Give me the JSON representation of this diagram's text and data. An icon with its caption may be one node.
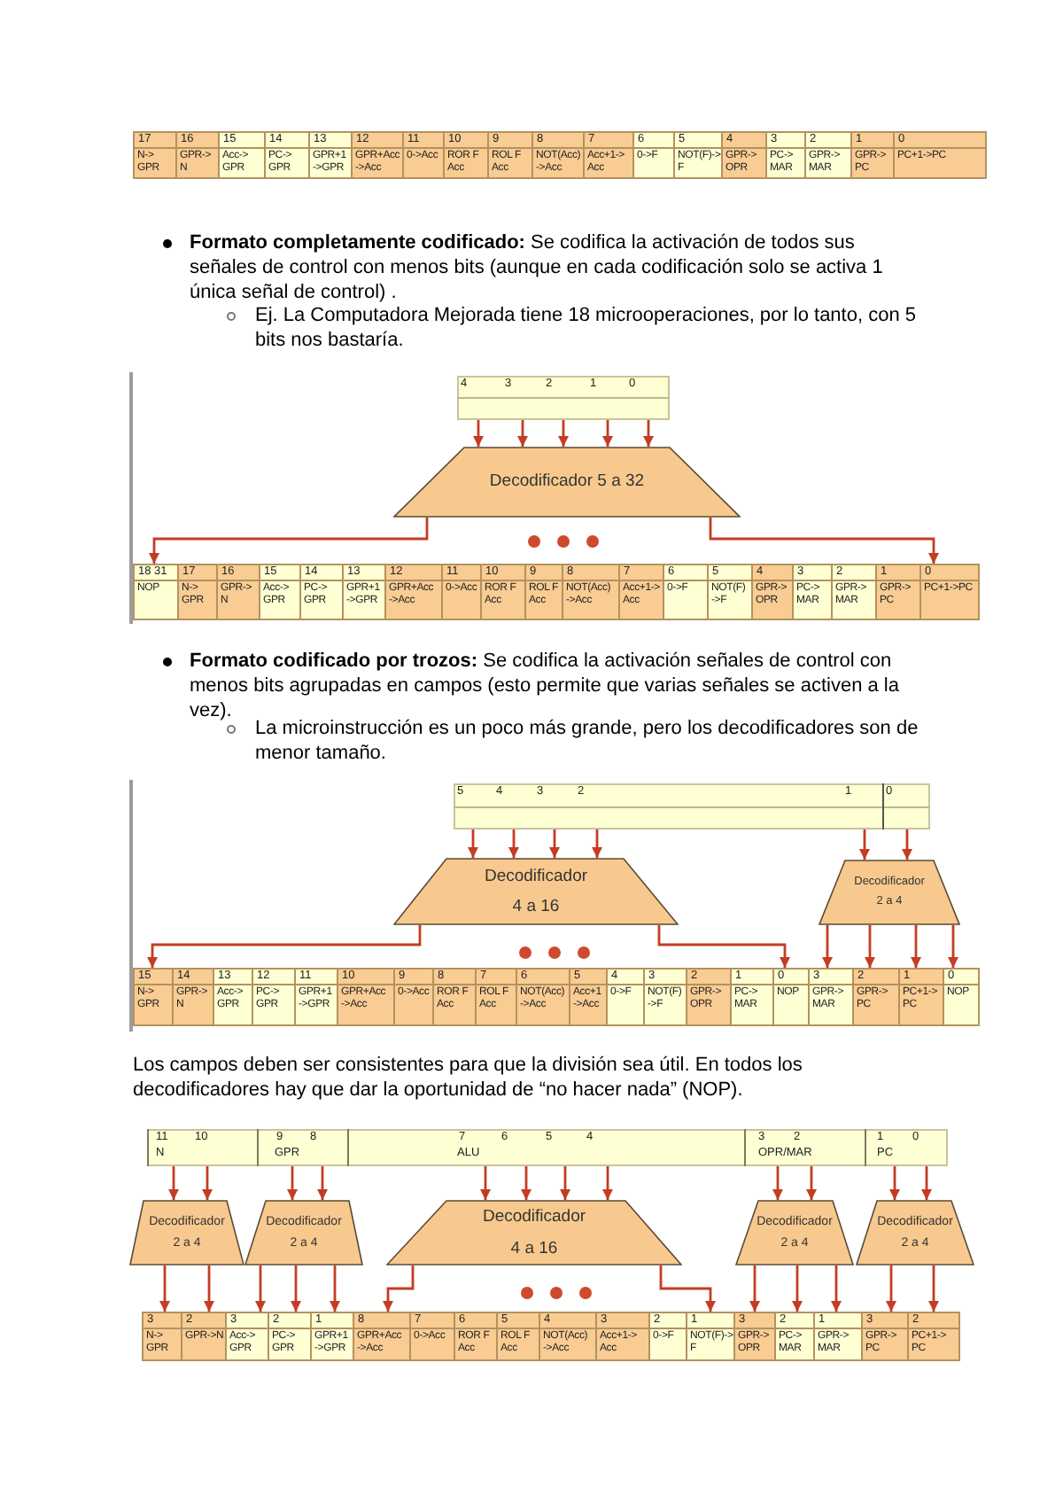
{
  "diagram": {
    "nodes": [
      {
        "text": [
          "17",
          "N->GPR"
        ]
      },
      {
        "text": [
          "16",
          "GPR->N"
        ]
      },
      {
        "text": [
          "15",
          "Acc->GPR"
        ]
      },
      {
        "text": [
          "14",
          "PC->GPR"
        ]
      },
      {
        "text": [
          "13",
          "GPR+1->GPR"
        ]
      },
      {
        "text": [
          "12",
          "GPR+Acc->Acc"
        ]
      },
      {
        "text": [
          "11",
          "0->Acc"
        ]
      },
      {
        "text": [
          "10",
          "ROR F Acc"
        ]
      },
      {
        "text": [
          "9",
          "ROL F Acc"
        ]
      },
      {
        "text": [
          "8",
          "NOT(Acc)->Acc"
        ]
      },
      {
        "text": [
          "7",
          "Acc+1->Acc"
        ]
      },
      {
        "text": [
          "6",
          "0->F"
        ]
      },
      {
        "text": [
          "5",
          "NOT(F)->F"
        ]
      },
      {
        "text": [
          "4",
          "GPR->OPR"
        ]
      },
      {
        "text": [
          "3",
          "PC->MAR"
        ]
      },
      {
        "text": [
          "2",
          "GPR->MAR"
        ]
      },
      {
        "text": [
          "1",
          "GPR->PC"
        ]
      },
      {
        "text": [
          "0",
          "PC+1->PC"
        ]
      },
      {
        "text": [
          "4",
          "3",
          "2",
          "1",
          "0"
        ]
      },
      {
        "text": [
          "Decodificador 5 a 32"
        ]
      },
      {
        "text": [
          "18 31",
          "NOP"
        ]
      },
      {
        "text": [
          "17",
          "N->GPR"
        ]
      },
      {
        "text": [
          "16",
          "GPR->N"
        ]
      },
      {
        "text": [
          "15",
          "Acc->GPR"
        ]
      },
      {
        "text": [
          "14",
          "PC->GPR"
        ]
      },
      {
        "text": [
          "13",
          "GPR+1->GPR"
        ]
      },
      {
        "text": [
          "12",
          "GPR+Acc->Acc"
        ]
      },
      {
        "text": [
          "11",
          "0->Acc"
        ]
      },
      {
        "text": [
          "10",
          "ROR F Acc"
        ]
      },
      {
        "text": [
          "9",
          "ROL F Acc"
        ]
      },
      {
        "text": [
          "8",
          "NOT(Acc)->Acc"
        ]
      },
      {
        "text": [
          "7",
          "Acc+1->Acc"
        ]
      },
      {
        "text": [
          "6",
          "0->F"
        ]
      },
      {
        "text": [
          "5",
          "NOT(F)->F"
        ]
      },
      {
        "text": [
          "4",
          "GPR->OPR"
        ]
      },
      {
        "text": [
          "3",
          "PC->MAR"
        ]
      },
      {
        "text": [
          "2",
          "GPR->MAR"
        ]
      },
      {
        "text": [
          "1",
          "GPR->PC"
        ]
      },
      {
        "text": [
          "0",
          "PC+1->PC"
        ]
      },
      {
        "text": [
          "5",
          "4",
          "3",
          "2",
          "1",
          "0"
        ]
      },
      {
        "text": [
          "Decodificador",
          "4 a 16"
        ]
      },
      {
        "text": [
          "Decodificador",
          "2 a 4"
        ]
      },
      {
        "text": [
          "15",
          "N->GPR"
        ]
      },
      {
        "text": [
          "14",
          "GPR->N"
        ]
      },
      {
        "text": [
          "13",
          "Acc->GPR"
        ]
      },
      {
        "text": [
          "12",
          "PC->GPR"
        ]
      },
      {
        "text": [
          "11",
          "GPR+1->GPR"
        ]
      },
      {
        "text": [
          "10",
          "GPR+Acc->Acc"
        ]
      },
      {
        "text": [
          "9",
          "0->Acc"
        ]
      },
      {
        "text": [
          "8",
          "ROR F Acc"
        ]
      },
      {
        "text": [
          "7",
          "ROL F Acc"
        ]
      },
      {
        "text": [
          "6",
          "NOT(Acc)->Acc"
        ]
      },
      {
        "text": [
          "5",
          "Acc+1->Acc"
        ]
      },
      {
        "text": [
          "4",
          "0->F"
        ]
      },
      {
        "text": [
          "3",
          "NOT(F)->F"
        ]
      },
      {
        "text": [
          "2",
          "GPR->OPR"
        ]
      },
      {
        "text": [
          "1",
          "PC->MAR"
        ]
      },
      {
        "text": [
          "0",
          "NOP"
        ]
      },
      {
        "text": [
          "3",
          "GPR->MAR"
        ]
      },
      {
        "text": [
          "2",
          "GPR->PC"
        ]
      },
      {
        "text": [
          "1",
          "PC+1->PC"
        ]
      },
      {
        "text": [
          "0",
          "NOP"
        ]
      },
      {
        "text": [],
        "shape": "box"
      },
      {
        "text": [
          "11",
          "10",
          "N"
        ],
        "in": 62
      },
      {
        "text": [
          "9",
          "8",
          "GPR"
        ],
        "in": 62
      },
      {
        "text": [
          "7",
          "6",
          "5",
          "4",
          "ALU"
        ],
        "in": 62
      },
      {
        "text": [
          "3",
          "2",
          "OPR/MAR"
        ],
        "in": 62
      },
      {
        "text": [
          "1",
          "0",
          "PC"
        ],
        "in": 62
      },
      {
        "text": [
          "Decodificador",
          "2 a 4"
        ]
      },
      {
        "text": [
          "Decodificador",
          "2 a 4"
        ]
      },
      {
        "text": [
          "Decodificador",
          "4 a 16"
        ]
      },
      {
        "text": [
          "Decodificador",
          "2 a 4"
        ]
      },
      {
        "text": [
          "Decodificador",
          "2 a 4"
        ]
      },
      {
        "text": [
          "3",
          "N->GPR"
        ]
      },
      {
        "text": [
          "2",
          "GPR->N"
        ]
      },
      {
        "text": [
          "3",
          "Acc->GPR"
        ]
      },
      {
        "text": [
          "2",
          "PC->GPR"
        ]
      },
      {
        "text": [
          "1",
          "GPR+1->GPR"
        ]
      },
      {
        "text": [
          "8",
          "GPR+Acc->Acc"
        ]
      },
      {
        "text": [
          "7",
          "0->Acc"
        ]
      },
      {
        "text": [
          "6",
          "ROR F Acc"
        ]
      },
      {
        "text": [
          "5",
          "ROL F Acc"
        ]
      },
      {
        "text": [
          "4",
          "NOT(Acc)->Acc"
        ]
      },
      {
        "text": [
          "3",
          "Acc+1->Acc"
        ]
      },
      {
        "text": [
          "2",
          "0->F"
        ]
      },
      {
        "text": [
          "1",
          "NOT(F)->F"
        ]
      },
      {
        "text": [
          "3",
          "GPR->OPR"
        ]
      },
      {
        "text": [
          "2",
          "PC->MAR"
        ]
      },
      {
        "text": [
          "1",
          "GPR->MAR"
        ]
      },
      {
        "text": [
          "3",
          "GPR->PC"
        ]
      },
      {
        "text": [
          "2",
          "PC+1->PC"
        ]
      }
    ],
    "edges": [
      {
        "from": 18,
        "to": 19,
        "arrow": "to"
      },
      {
        "from": 18,
        "to": 19,
        "arrow": "to"
      },
      {
        "from": 18,
        "to": 19,
        "arrow": "to"
      },
      {
        "from": 18,
        "to": 19,
        "arrow": "to"
      },
      {
        "from": 18,
        "to": 19,
        "arrow": "to"
      },
      {
        "from": 19,
        "to": 20,
        "arrow": "to"
      },
      {
        "from": 19,
        "to": 38,
        "arrow": "to"
      },
      {
        "from": 39,
        "to": 40,
        "arrow": "to"
      },
      {
        "from": 39,
        "to": 40,
        "arrow": "to"
      },
      {
        "from": 39,
        "to": 40,
        "arrow": "to"
      },
      {
        "from": 39,
        "to": 40,
        "arrow": "to"
      },
      {
        "from": 39,
        "to": 41,
        "arrow": "to"
      },
      {
        "from": 39,
        "to": 41,
        "arrow": "to"
      },
      {
        "from": 40,
        "to": 42,
        "arrow": "to"
      },
      {
        "from": 40,
        "to": 57,
        "arrow": "to"
      },
      {
        "from": 41,
        "to": 58,
        "arrow": "to"
      },
      {
        "from": 41,
        "to": 59,
        "arrow": "to"
      },
      {
        "from": 41,
        "to": 60,
        "arrow": "to"
      },
      {
        "from": 41,
        "to": 61,
        "arrow": "to"
      },
      {
        "from": 63,
        "to": 68,
        "arrow": "to"
      },
      {
        "from": 63,
        "to": 68,
        "arrow": "to"
      },
      {
        "from": 64,
        "to": 69,
        "arrow": "to"
      },
      {
        "from": 64,
        "to": 69,
        "arrow": "to"
      },
      {
        "from": 65,
        "to": 70,
        "arrow": "to"
      },
      {
        "from": 65,
        "to": 70,
        "arrow": "to"
      },
      {
        "from": 65,
        "to": 70,
        "arrow": "to"
      },
      {
        "from": 65,
        "to": 70,
        "arrow": "to"
      },
      {
        "from": 66,
        "to": 71,
        "arrow": "to"
      },
      {
        "from": 66,
        "to": 71,
        "arrow": "to"
      },
      {
        "from": 67,
        "to": 72,
        "arrow": "to"
      },
      {
        "from": 67,
        "to": 72,
        "arrow": "to"
      },
      {
        "from": 68,
        "to": 73,
        "arrow": "to"
      },
      {
        "from": 68,
        "to": 74,
        "arrow": "to"
      },
      {
        "from": 69,
        "to": 75,
        "arrow": "to"
      },
      {
        "from": 69,
        "to": 76,
        "arrow": "to"
      },
      {
        "from": 69,
        "to": 77,
        "arrow": "to"
      },
      {
        "from": 70,
        "to": 78,
        "arrow": "to"
      },
      {
        "from": 70,
        "to": 85,
        "arrow": "to"
      },
      {
        "from": 71,
        "to": 86,
        "arrow": "to"
      },
      {
        "from": 71,
        "to": 87,
        "arrow": "to"
      },
      {
        "from": 71,
        "to": 88,
        "arrow": "to"
      },
      {
        "from": 72,
        "to": 89,
        "arrow": "to"
      },
      {
        "from": 72,
        "to": 90,
        "arrow": "to"
      }
    ],
    "labels": [
      "**Formato completamente codificado:** Se codifica la activación de todos sus señales de control con menos bits (aunque en cada codificación solo se activa 1 única señal de control) .",
      "Ej. La Computadora Mejorada tiene 18 microoperaciones, por lo tanto, con 5 bits nos bastaría.",
      "**Formato codificado por trozos:** Se codifica la activación señales de control con menos bits agrupadas en campos (esto permite que varias señales se activen a la vez).",
      "La microinstrucción es un poco más grande, pero los decodificadores son de menor tamaño.",
      "Los campos deben ser consistentes para que la división sea útil. En todos los decodificadores hay que dar la oportunidad de “no hacer nada” (NOP)."
    ]
  }
}
